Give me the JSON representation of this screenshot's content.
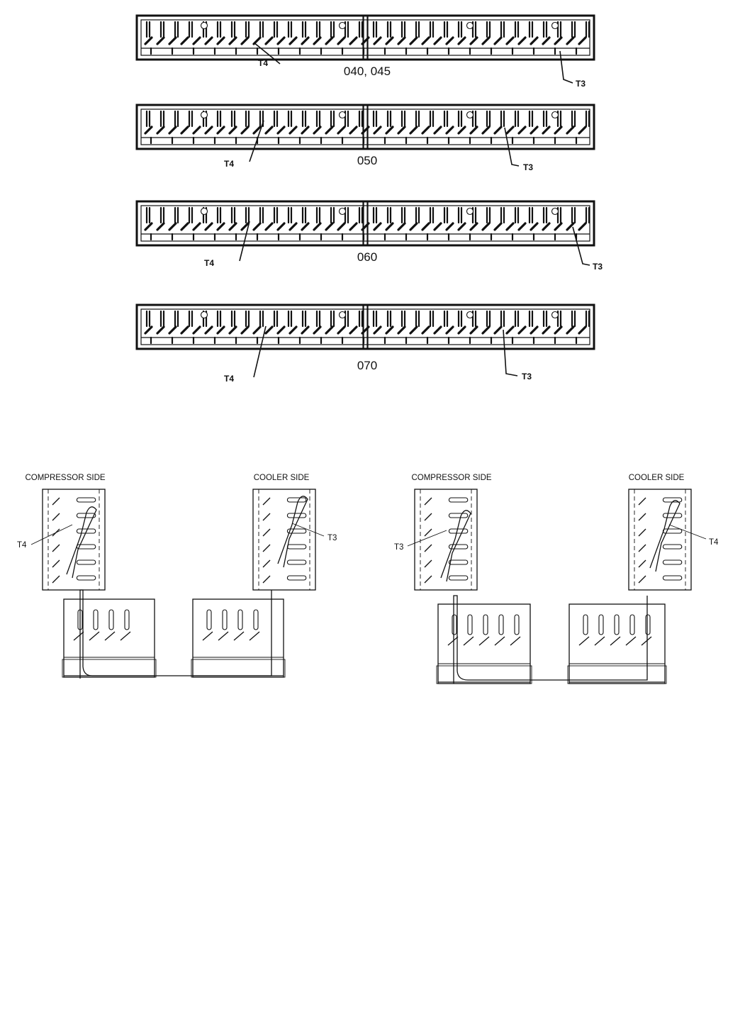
{
  "top_views": [
    {
      "model": "040, 045",
      "left_sensor": "T4",
      "right_sensor": "T3"
    },
    {
      "model": "050",
      "left_sensor": "T4",
      "right_sensor": "T3"
    },
    {
      "model": "060",
      "left_sensor": "T4",
      "right_sensor": "T3"
    },
    {
      "model": "070",
      "left_sensor": "T4",
      "right_sensor": "T3"
    }
  ],
  "section_views": [
    {
      "left_header": "COMPRESSOR SIDE",
      "right_header": "COOLER SIDE",
      "left_sensor": "T4",
      "right_sensor": "T3"
    },
    {
      "left_header": "COMPRESSOR SIDE",
      "right_header": "COOLER SIDE",
      "left_sensor": "T3",
      "right_sensor": "T4"
    }
  ]
}
